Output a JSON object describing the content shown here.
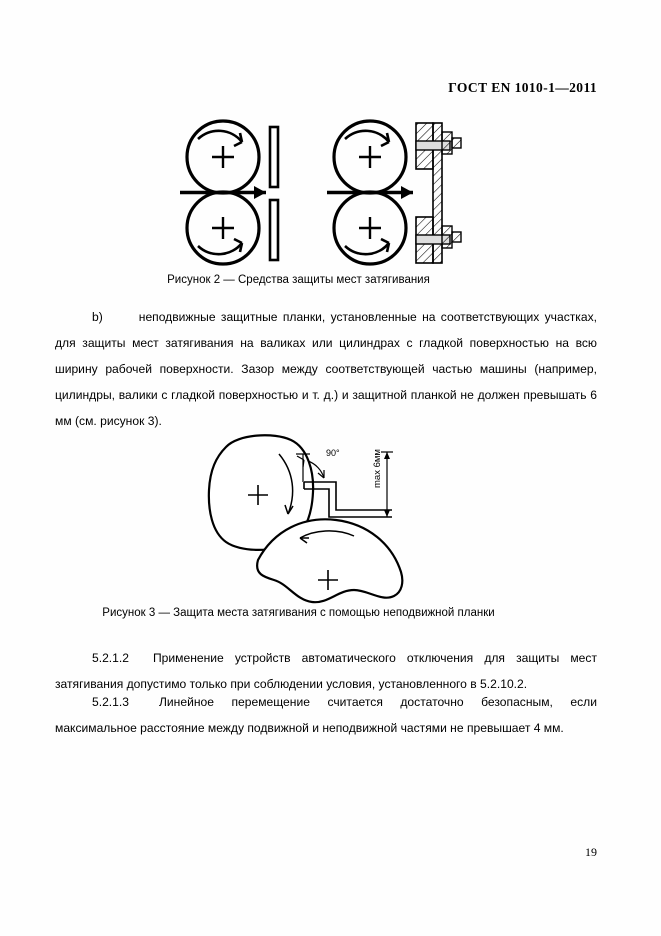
{
  "document": {
    "header": "ГОСТ ЕN 1010-1—2011",
    "page_number": "19"
  },
  "figures": [
    {
      "id": "figure-2",
      "caption": "Рисунок 2 — Средства защиты мест затягивания",
      "description": "two-roller-nip-guard-diagram",
      "elements": {
        "roller_center_mark": "+",
        "rotation_arrows": "curved-arrows"
      }
    },
    {
      "id": "figure-3",
      "caption": "Рисунок  3 — Защита места затягивания с помощью неподвижной планки",
      "description": "nip-guard-with-fixed-bar-diagram",
      "labels": {
        "angle": "90°",
        "clearance": "max 6мм"
      }
    }
  ],
  "paragraphs": {
    "item_b": {
      "marker": "b)",
      "text": "неподвижные защитные планки, установленные на соответствующих участках, для защиты мест затягивания на валиках или цилиндрах с гладкой поверхностью на всю ширину рабочей поверхности. Зазор между соответствующей частью машины (например, цилиндры, валики с гладкой поверхностью и т. д.) и защитной планкой не должен превышать 6 мм (см. рисунок 3)."
    },
    "clause_5_2_1_2": {
      "number": "5.2.1.2",
      "text": "Применение устройств автоматического отключения для защиты мест затягивания допустимо только при соблюдении условия, установленного в 5.2.10.2."
    },
    "clause_5_2_1_3": {
      "number": "5.2.1.3",
      "text": "Линейное перемещение считается достаточно безопасным, если максимальное расстояние между подвижной и неподвижной частями не превышает 4 мм."
    }
  },
  "colors": {
    "ink": "#000000",
    "page": "#ffffff"
  }
}
